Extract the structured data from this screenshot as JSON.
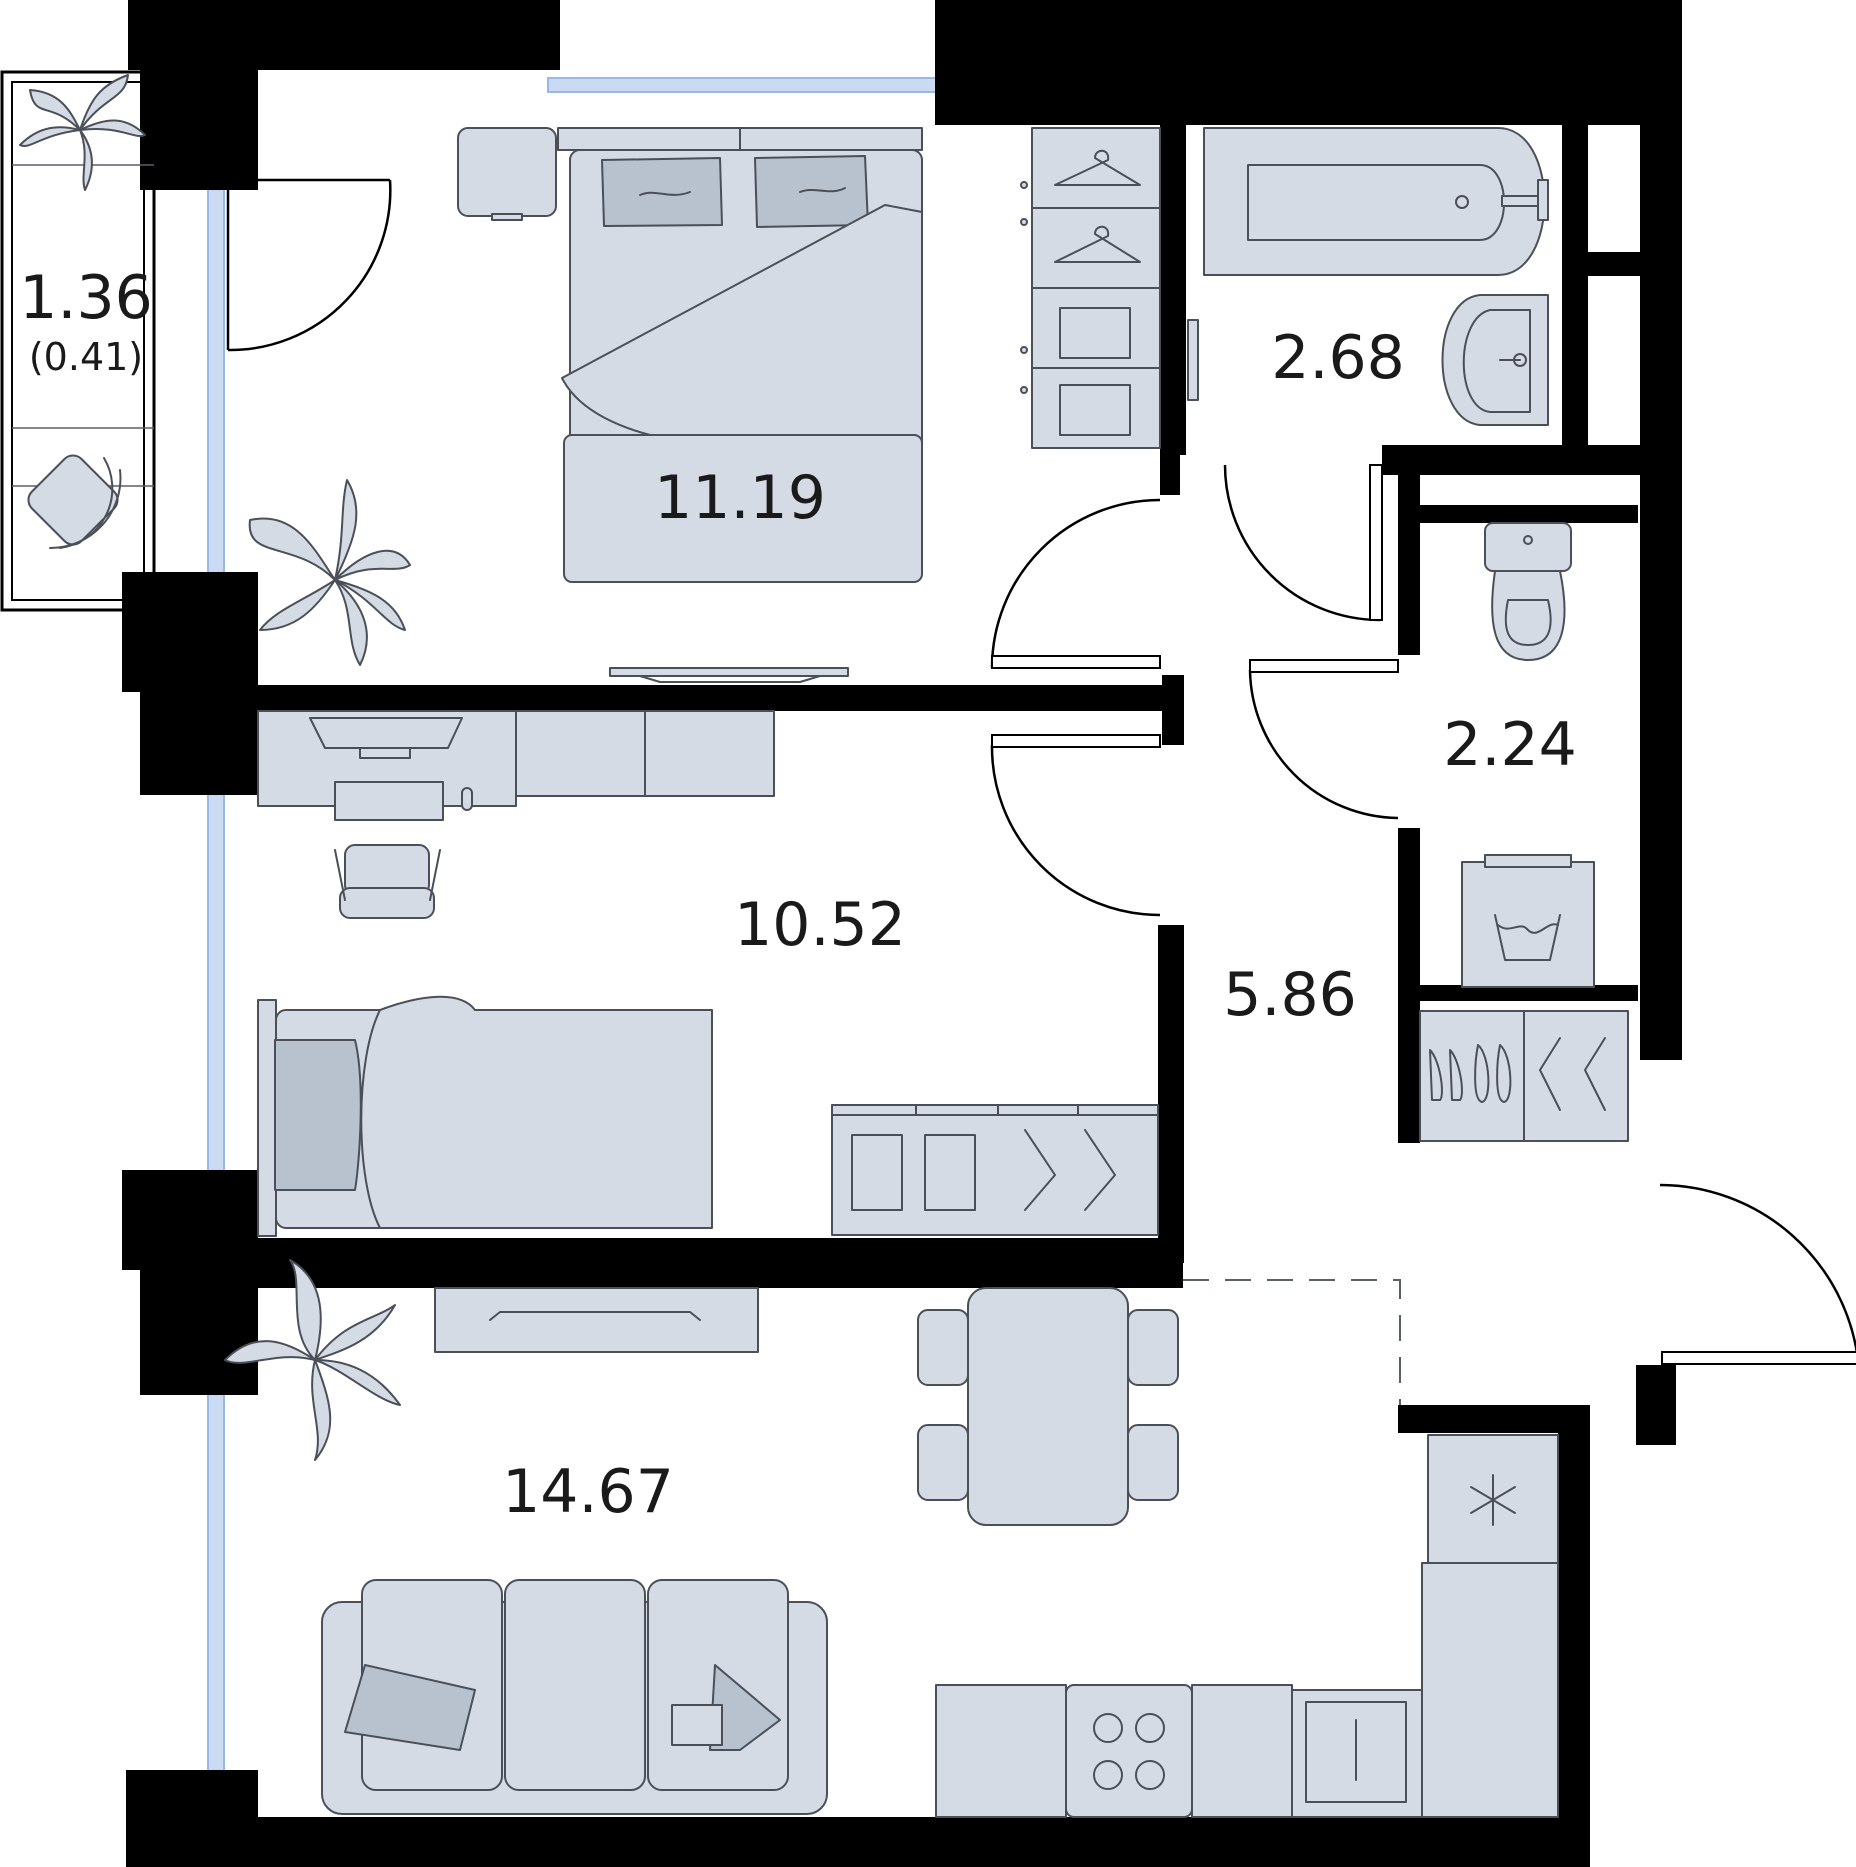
{
  "rooms": {
    "balcony": {
      "area": "1.36",
      "reduced_area": "(0.41)"
    },
    "bedroom": {
      "area": "11.19"
    },
    "bathroom": {
      "area": "2.68"
    },
    "toilet": {
      "area": "2.24"
    },
    "second_bedroom": {
      "area": "10.52"
    },
    "hallway": {
      "area": "5.86"
    },
    "living_kitchen": {
      "area": "14.67"
    }
  },
  "colors": {
    "wall": "#000000",
    "furniture_fill": "#d5dbe5",
    "furniture_stroke": "#4a4f58",
    "window": "#c9daf2"
  },
  "icons": [
    "plant-icon",
    "hanger-icon",
    "snowflake-icon",
    "washing-icon",
    "shoe-icon"
  ]
}
